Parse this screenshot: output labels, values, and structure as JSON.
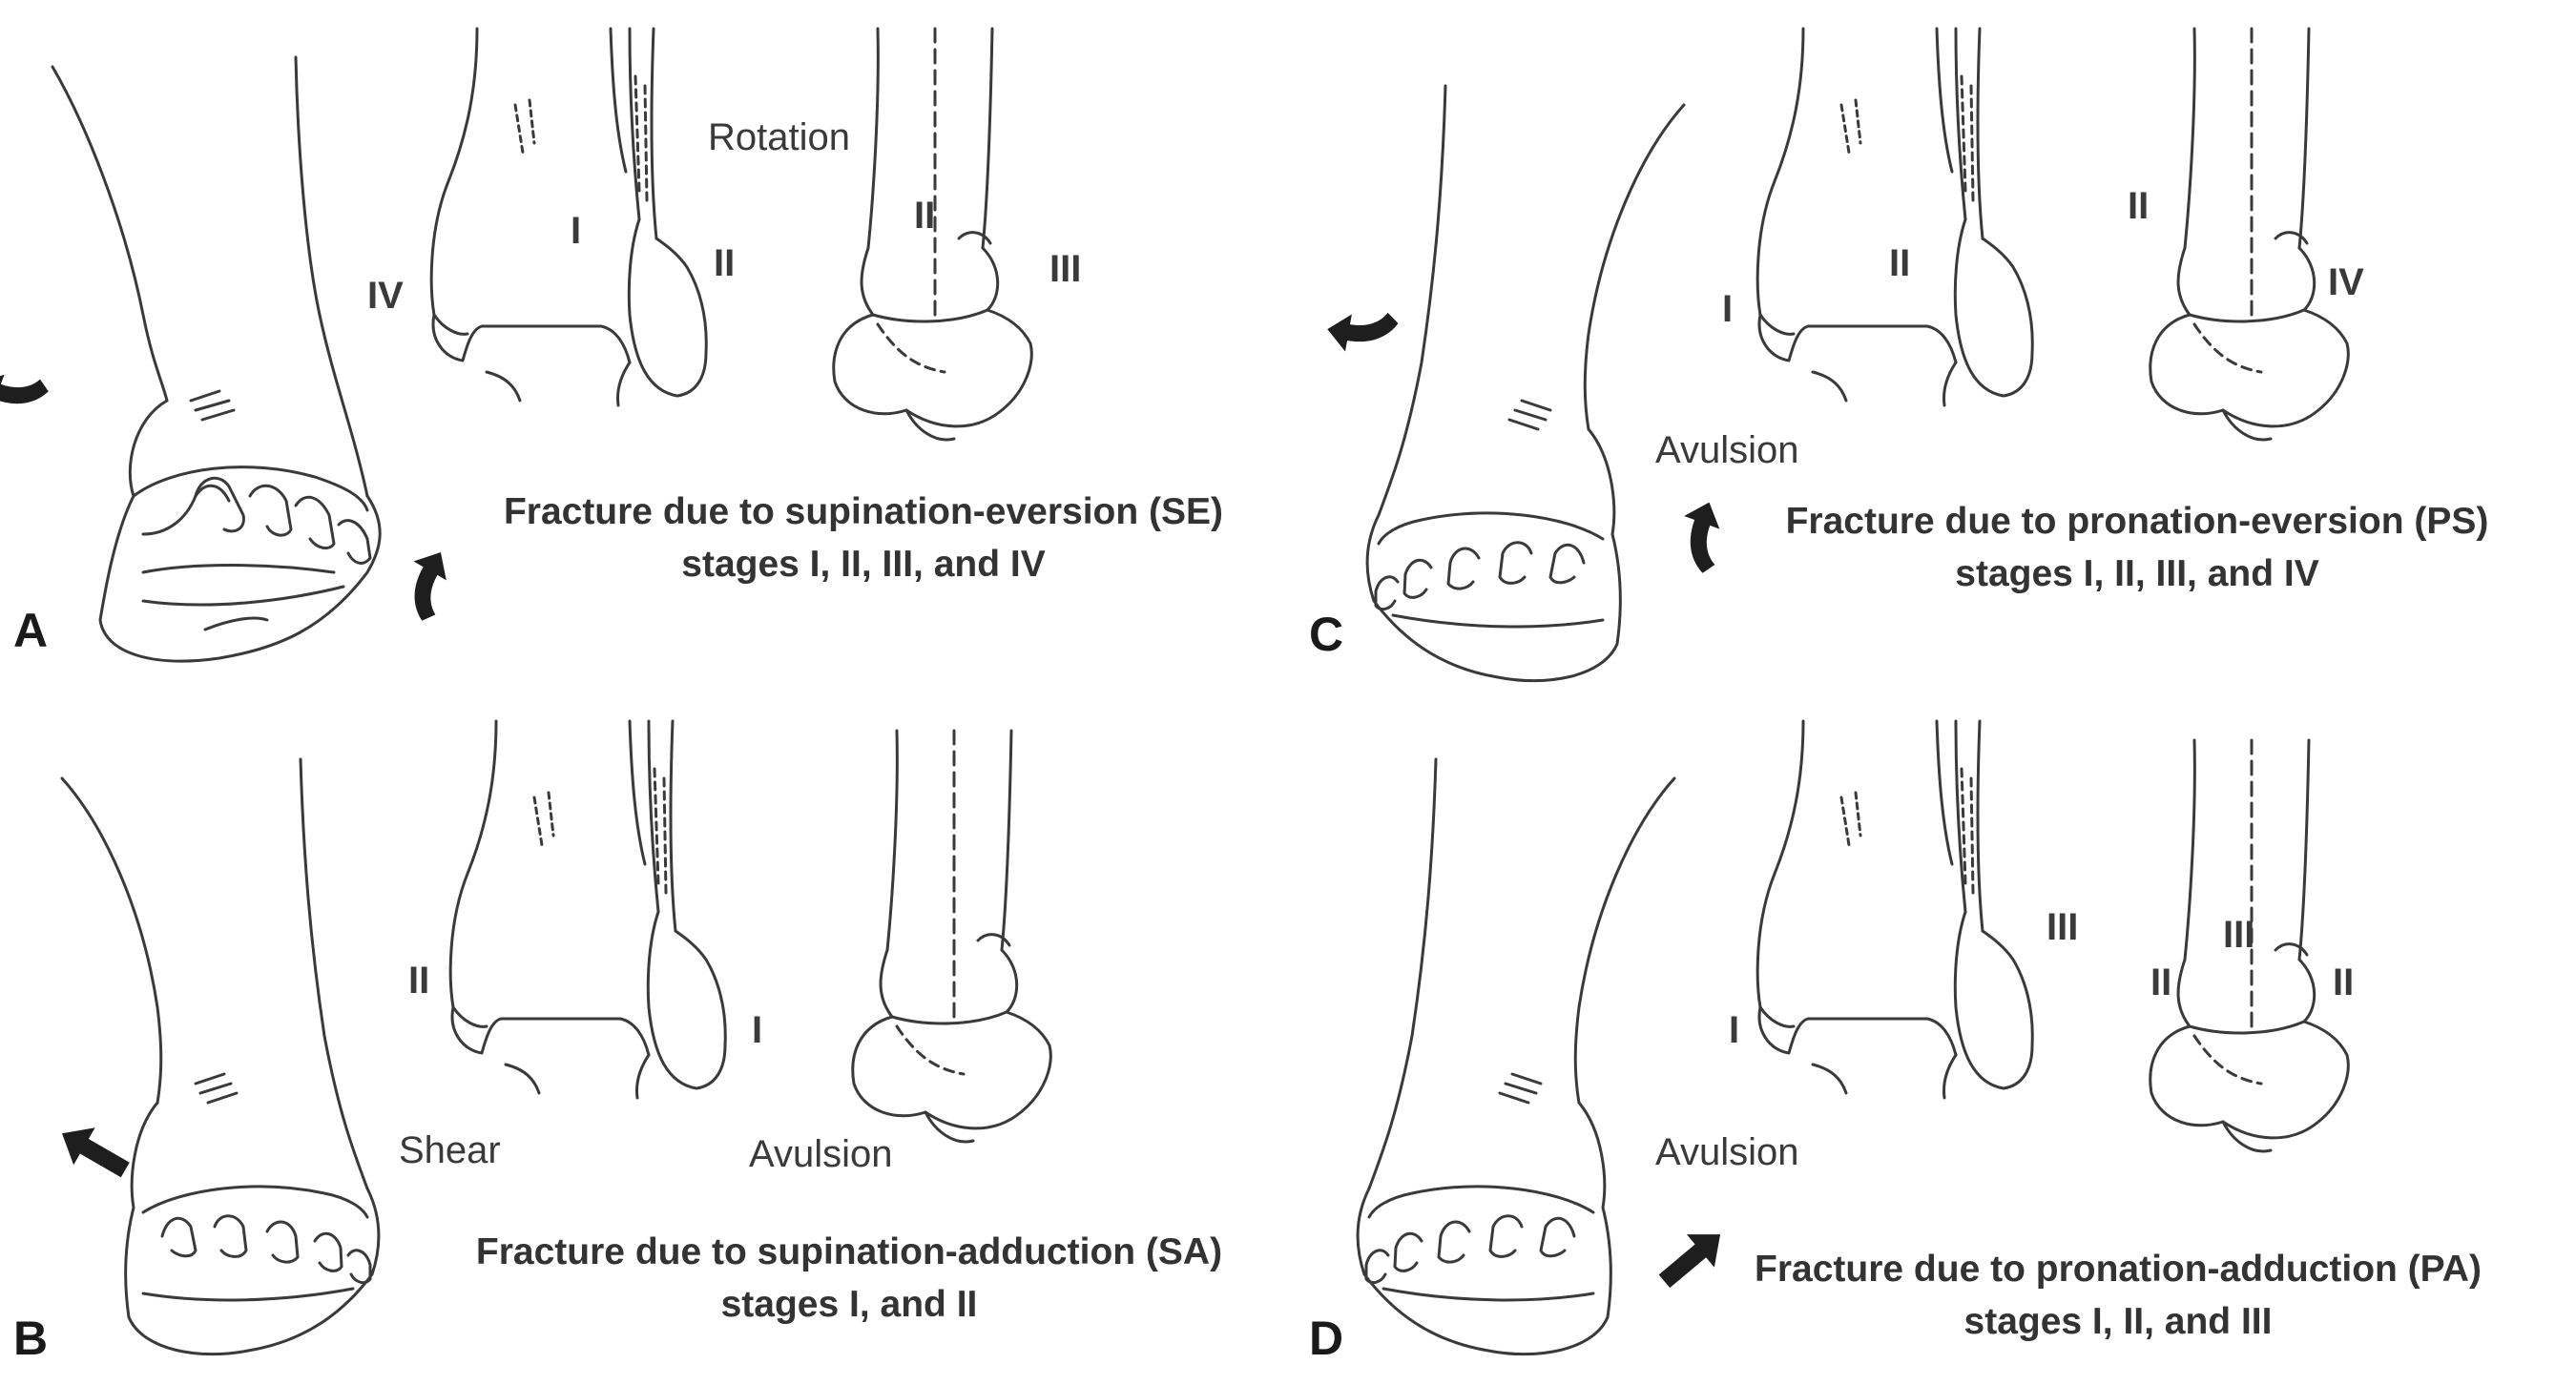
{
  "colors": {
    "line": "#3a3a3a",
    "arrow": "#1e1e1e",
    "text": "#333333",
    "background": "#ffffff"
  },
  "icons": {
    "arrow": "curved-arrow-icon",
    "straight_arrow": "straight-arrow-icon"
  },
  "panels": {
    "a": {
      "letter": "A",
      "caption_line1": "Fracture due to supination-eversion (SE)",
      "caption_line2": "stages I, II, III, and IV",
      "labels": {
        "rotation": "Rotation",
        "i": "I",
        "ii_front": "II",
        "ii_back": "II",
        "iii": "III",
        "iv": "IV"
      }
    },
    "b": {
      "letter": "B",
      "caption_line1": "Fracture due to supination-adduction (SA)",
      "caption_line2": "stages I, and II",
      "labels": {
        "ii": "II",
        "i": "I",
        "shear": "Shear",
        "avulsion": "Avulsion"
      }
    },
    "c": {
      "letter": "C",
      "caption_line1": "Fracture due to pronation-eversion (PS)",
      "caption_line2": "stages I, II, III, and IV",
      "labels": {
        "avulsion": "Avulsion",
        "i": "I",
        "ii_front": "II",
        "ii_back": "II",
        "iv": "IV"
      }
    },
    "d": {
      "letter": "D",
      "caption_line1": "Fracture due to pronation-adduction (PA)",
      "caption_line2": "stages I, II, and III",
      "labels": {
        "avulsion": "Avulsion",
        "i": "I",
        "iii_front": "III",
        "ii_left": "II",
        "iii_back": "III",
        "ii_right": "II"
      }
    }
  }
}
